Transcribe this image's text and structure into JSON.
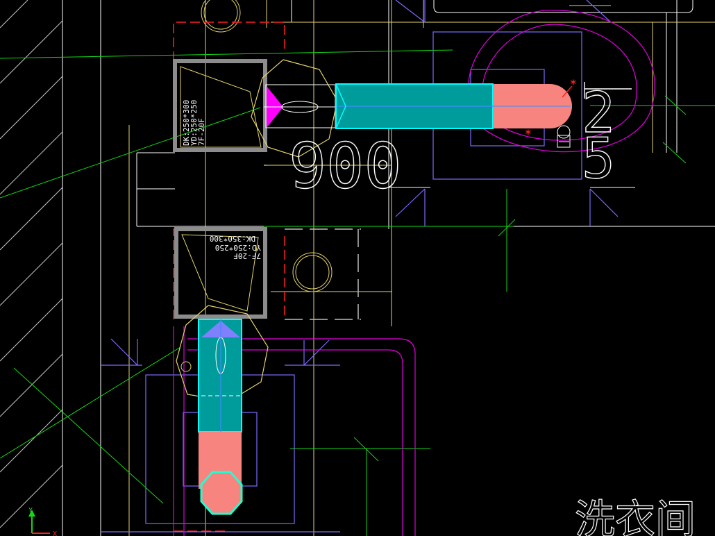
{
  "app": {
    "view": "CAD drawing viewport (plumbing / drainage plan)"
  },
  "dimension_text": "900",
  "corner_digits": [
    "2",
    "5"
  ],
  "room_label": "洗衣间",
  "upper_box_labels": [
    "DK:250*300",
    "YD:250*250",
    "7F-20F"
  ],
  "lower_box_labels": [
    "DK:350*300",
    "YD:250*250",
    "7F-20F"
  ],
  "ucs_icon": {
    "y_label": "Y",
    "x_label": "X"
  },
  "colors": {
    "background": "#000000",
    "wall_white": "#ffffff",
    "axis_yellow": "#e6d46a",
    "green": "#14d814",
    "blue": "#7b6bff",
    "magenta": "#e000e0",
    "red": "#ff2020",
    "teal_fill": "#009c9c",
    "teal_edge": "#00ffff",
    "pink_fill": "#f88480",
    "gray_box": "#8c8c8c"
  }
}
